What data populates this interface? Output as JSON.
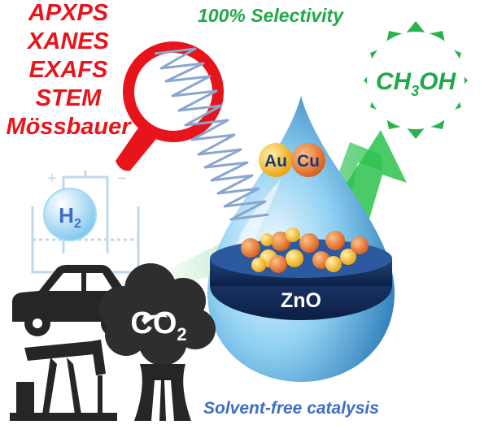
{
  "techniques": [
    "APXPS",
    "XANES",
    "EXAFS",
    "STEM",
    "Mössbauer"
  ],
  "selectivity_label": "100% Selectivity",
  "product": {
    "main": "CH",
    "sub": "3",
    "tail": "OH"
  },
  "metals": [
    "Au",
    "Cu"
  ],
  "support": "ZnO",
  "hydrogen": {
    "main": "H",
    "sub": "2"
  },
  "co2": {
    "main": "CO",
    "sub": "2"
  },
  "caption": "Solvent-free catalysis",
  "colors": {
    "red": "#e8141b",
    "green": "#21a84a",
    "blue": "#3e6ec4",
    "gold": "#f5b81c",
    "copper": "#e8742a"
  }
}
